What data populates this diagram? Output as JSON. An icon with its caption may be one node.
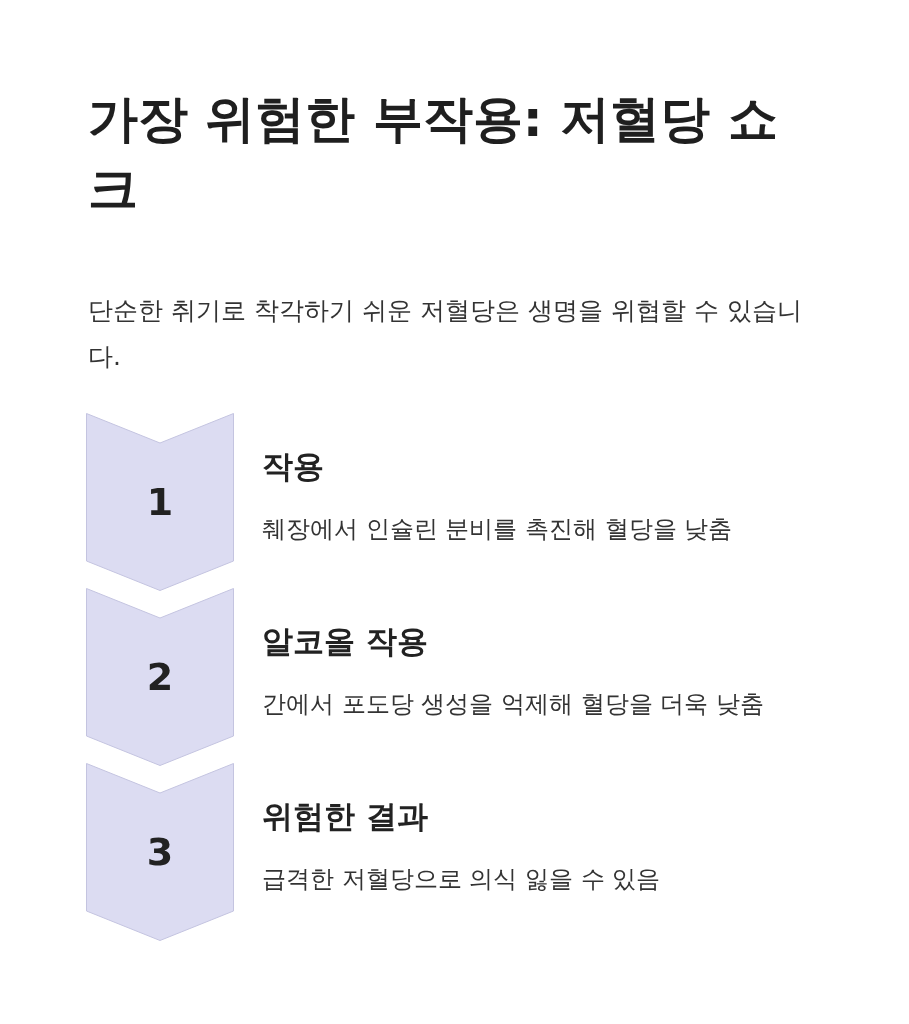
{
  "diagram": {
    "title": "가장 위험한 부작용: 저혈당 쇼크",
    "caption": "단순한 취기로 착각하기 쉬운 저혈당은 생명을 위협할 수 있습니다.",
    "nodes": [
      {
        "text": [
          "1"
        ],
        "beside": [
          "작용",
          "췌장에서 인슐린 분비를 촉진해 혈당을 낮춤"
        ]
      },
      {
        "text": [
          "2"
        ],
        "beside": [
          "알코올 작용",
          "간에서 포도당 생성을 억제해 혈당을 더욱 낮춤"
        ]
      },
      {
        "text": [
          "3"
        ],
        "beside": [
          "위험한 결과",
          "급격한 저혈당으로 의식 잃을 수 있음"
        ]
      }
    ]
  }
}
